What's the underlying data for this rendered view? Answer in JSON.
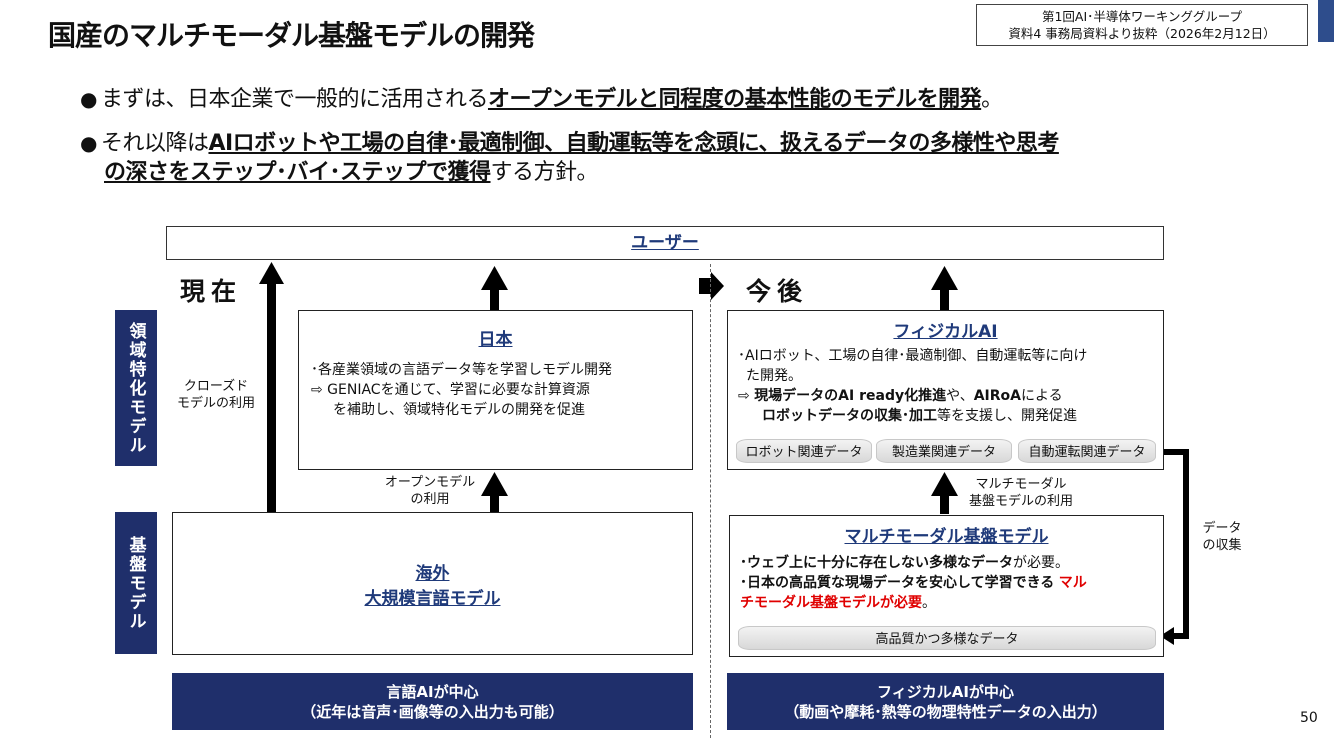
{
  "page": {
    "title": "国産のマルチモーダル基盤モデルの開発",
    "source_line1": "第1回AI･半導体ワーキンググループ",
    "source_line2": "資料4 事務局資料より抜粋（2026年2月12日）",
    "page_number": "50"
  },
  "bullets": {
    "b1_pre": "まずは、日本企業で一般的に活用される",
    "b1_bold": "オープンモデルと同程度の基本性能のモデルを開発",
    "b1_post": "。",
    "b2_pre": "それ以降は",
    "b2_bold1": "AIロボットや工場の自律･最適制御、自動運転等を念頭に、扱えるデータの多様性や思考",
    "b2_bold2": "の深さをステップ･バイ･ステップで獲得",
    "b2_post": "する方針。"
  },
  "diagram": {
    "user_label": "ユーザー",
    "now_label": "現在",
    "future_label": "今後",
    "side_domain": "領域特化モデル",
    "side_base": "基盤モデル",
    "closed_note": "クローズド\nモデルの利用",
    "open_note": "オープンモデル\nの利用",
    "multi_note": "マルチモーダル\n基盤モデルの利用",
    "collect_note": "データ\nの収集",
    "japan_box": {
      "title": "日本",
      "line1": "･各産業領域の言語データ等を学習しモデル開発",
      "line2": "⇨ GENIACを通じて、学習に必要な計算資源",
      "line3": "を補助し、領域特化モデルの開発を促進"
    },
    "physical_box": {
      "title": "フィジカルAI",
      "line1": "･AIロボット、工場の自律･最適制御、自動運転等に向け",
      "line2": "た開発。",
      "line3_pre": "⇨ ",
      "line3_bold": "現場データのAI ready化推進",
      "line3_mid": "や、",
      "line3_bold2": "AIRoA",
      "line3_post": "による",
      "line4_bold": "ロボットデータの収集･加工",
      "line4_post": "等を支援し、開発促進",
      "pills": [
        "ロボット関連データ",
        "製造業関連データ",
        "自動運転関連データ"
      ]
    },
    "overseas_box": {
      "line1": "海外",
      "line2": "大規模言語モデル"
    },
    "multimodal_box": {
      "title": "マルチモーダル基盤モデル",
      "line1_bold": "･ウェブ上に十分に存在しない多様なデータ",
      "line1_post": "が必要。",
      "line2_bold": "･日本の高品質な現場データを安心して学習できる",
      "line2_red": "マル",
      "line3_red": "チモーダル基盤モデルが必要",
      "line3_post": "。",
      "pill": "高品質かつ多様なデータ"
    },
    "footer_left": {
      "line1": "言語AIが中心",
      "line2": "（近年は音声･画像等の入出力も可能）"
    },
    "footer_right": {
      "line1": "フィジカルAIが中心",
      "line2": "（動画や摩耗･熱等の物理特性データの入出力）"
    }
  },
  "colors": {
    "navy": "#1f2f6b",
    "title_blue": "#1f3a7a",
    "emphasis_red": "#e00000"
  }
}
